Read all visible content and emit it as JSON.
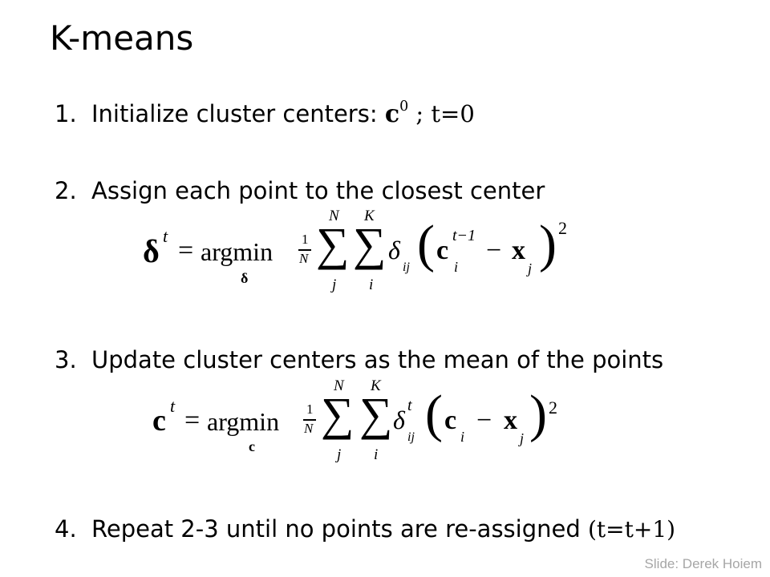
{
  "title": "K-means",
  "steps": [
    {
      "number": "1.",
      "text": "Initialize cluster centers:",
      "math_base": "c",
      "math_sup": "0",
      "math_rest": " ; t=0"
    },
    {
      "number": "2.",
      "text": "Assign each point to the closest center"
    },
    {
      "number": "3.",
      "text": "Update cluster centers as the mean of the points"
    },
    {
      "number": "4.",
      "text": "Repeat 2-3 until no points are re-assigned",
      "math_rest": "(t=t+1)"
    }
  ],
  "formula_assign": {
    "lhs": "δ",
    "lhs_sup": "t",
    "eq": "=",
    "op": "argmin",
    "op_sub": "δ",
    "frac_num": "1",
    "frac_den": "N",
    "sum1": "∑",
    "sum1_top": "N",
    "sum1_bottom": "j",
    "sum2": "∑",
    "sum2_top": "K",
    "sum2_bottom": "i",
    "delta": "δ",
    "delta_sub": "ij",
    "lparen": "(",
    "c": "c",
    "c_sup": "t−1",
    "c_sub": "i",
    "minus": "−",
    "x": "x",
    "x_sub": "j",
    "rparen": ")",
    "power": "2"
  },
  "formula_update": {
    "lhs": "c",
    "lhs_sup": "t",
    "eq": "=",
    "op": "argmin",
    "op_sub": "c",
    "frac_num": "1",
    "frac_den": "N",
    "sum1": "∑",
    "sum1_top": "N",
    "sum1_bottom": "j",
    "sum2": "∑",
    "sum2_top": "K",
    "sum2_bottom": "i",
    "delta": "δ",
    "delta_sup": "t",
    "delta_sub": "ij",
    "lparen": "(",
    "c": "c",
    "c_sub": "i",
    "minus": "−",
    "x": "x",
    "x_sub": "j",
    "rparen": ")",
    "power": "2"
  },
  "credit": "Slide: Derek Hoiem"
}
